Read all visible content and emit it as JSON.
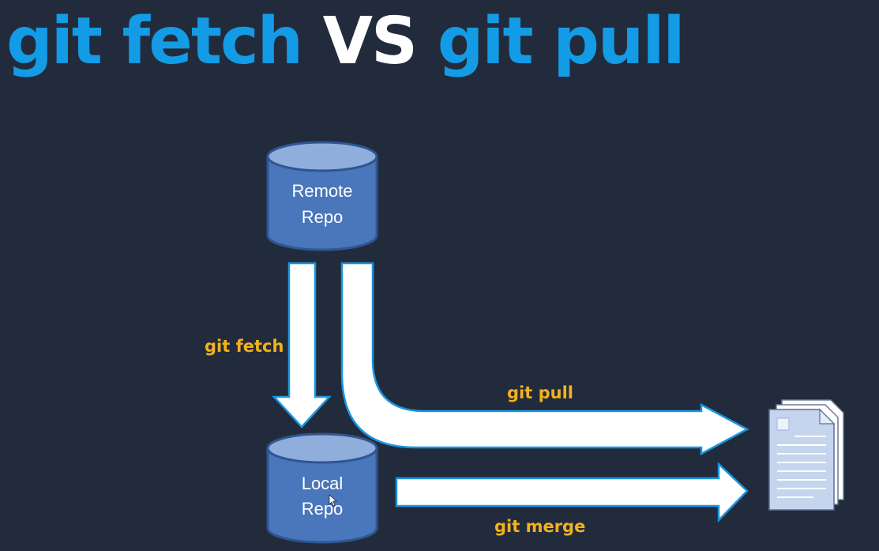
{
  "title": {
    "part1": "git fetch",
    "vs": "VS",
    "part2": "git pull"
  },
  "colors": {
    "background": "#222b3b",
    "title_blue": "#139be6",
    "label_orange": "#f2b21e",
    "cylinder_fill": "#4a76bb",
    "cylinder_stroke": "#2f5592",
    "arrow_fill": "#ffffff",
    "arrow_stroke": "#1a95e0"
  },
  "nodes": {
    "remote_repo": {
      "line1": "Remote",
      "line2": "Repo"
    },
    "local_repo": {
      "line1": "Local",
      "line2": "Repo"
    },
    "working_files": {
      "icon": "document-stack-icon"
    }
  },
  "edges": {
    "fetch": {
      "label": "git fetch",
      "from": "Remote Repo",
      "to": "Local Repo"
    },
    "pull": {
      "label": "git pull",
      "from": "Remote Repo",
      "to": "working files"
    },
    "merge": {
      "label": "git merge",
      "from": "Local Repo",
      "to": "working files"
    }
  }
}
